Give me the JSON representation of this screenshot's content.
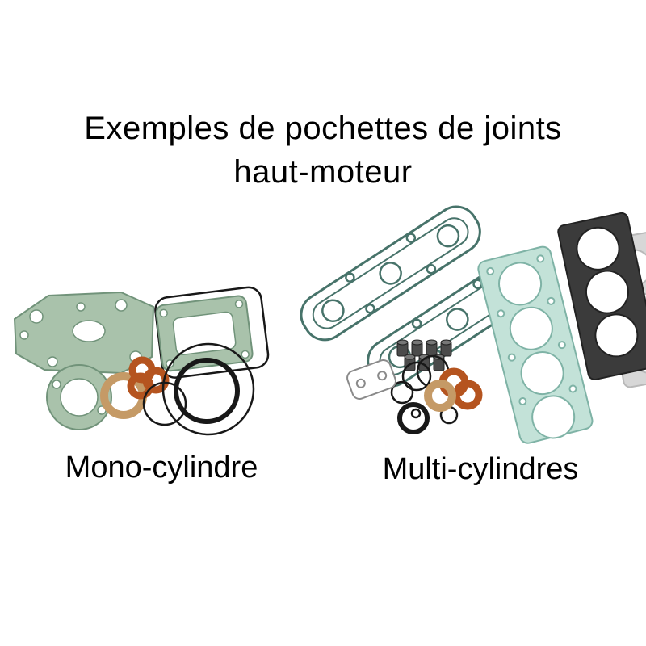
{
  "title": {
    "line1": "Exemples de pochettes de joints",
    "line2": "haut-moteur"
  },
  "figures": {
    "mono": {
      "label": "Mono-cylindre"
    },
    "multi": {
      "label": "Multi-cylindres"
    }
  },
  "colors": {
    "gasket-green": "#a9c2ab",
    "gasket-green-edge": "#71937a",
    "gasket-aqua": "#c3e2d8",
    "gasket-aqua-edge": "#7fb3a6",
    "teal-outline": "#47736a",
    "copper": "#b5541f",
    "tan": "#c59a66",
    "rubber-black": "#181818",
    "dark-gasket": "#3b3b3b",
    "gray-gasket": "#d7d7d7",
    "text": "#000000",
    "background": "#ffffff"
  }
}
